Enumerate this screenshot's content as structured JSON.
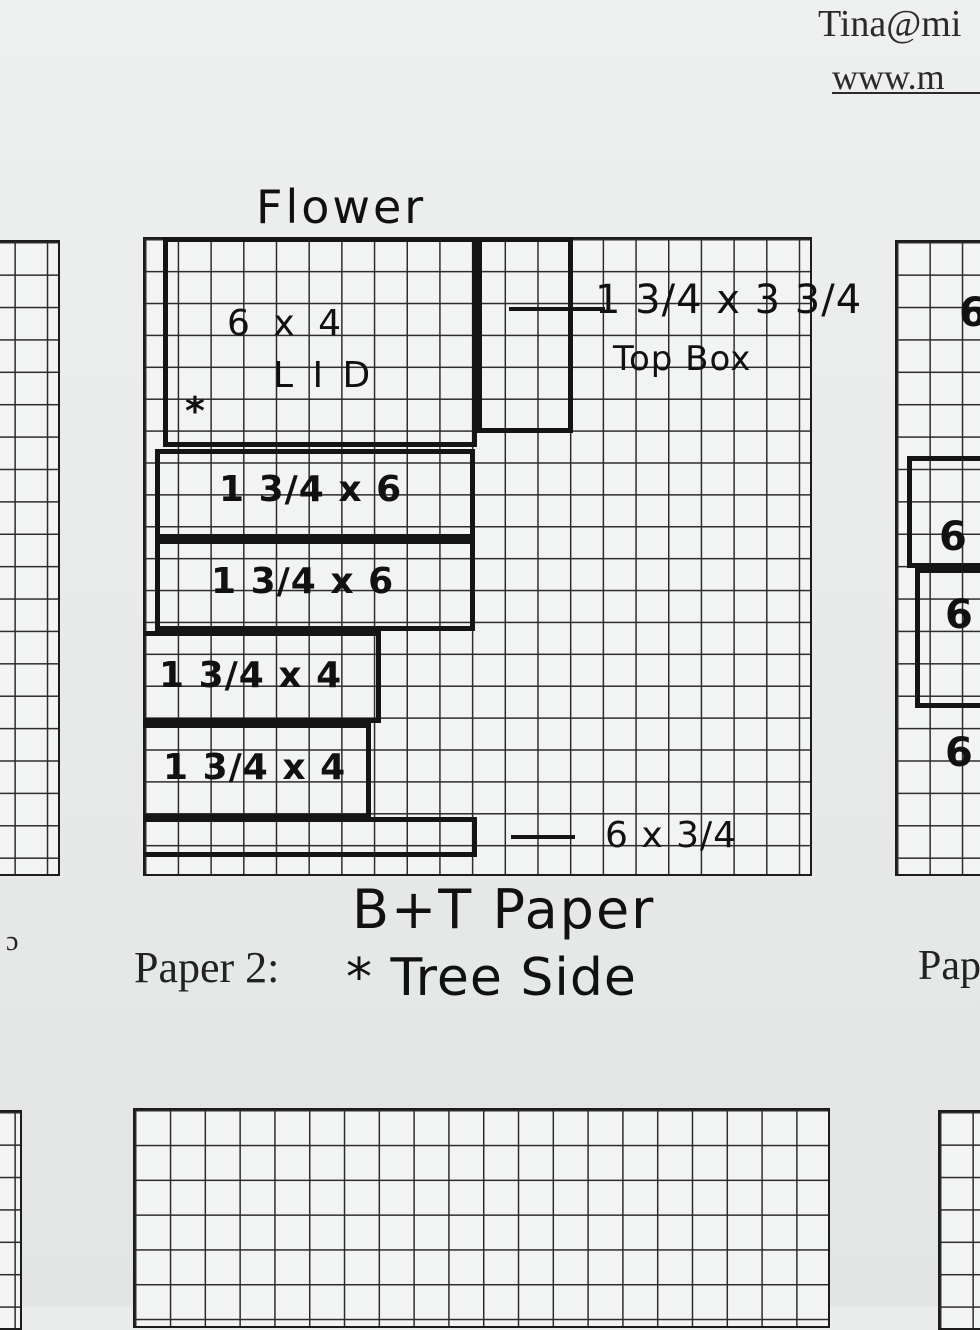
{
  "header": {
    "email": "Tina@mi",
    "website": "www.m"
  },
  "diagram": {
    "title": "Flower",
    "lid_size": "6 x 4",
    "lid_label": "L I D",
    "asterisk": "*",
    "top_box_size": "1 3/4 x 3 3/4",
    "top_box_label": "Top Box",
    "strip_1": "1 3/4 x 6",
    "strip_2": "1 3/4 x 6",
    "strip_3": "1 3/4 x 4",
    "strip_4": "1 3/4 x 4",
    "bottom_strip": "6 x 3/4"
  },
  "caption": {
    "paper_label": "Paper 2:",
    "handwritten_line1": "B+T Paper",
    "handwritten_line2": "* Tree Side"
  },
  "side": {
    "right_paper_label": "Pap",
    "right_grid_text_1": "6",
    "right_grid_text_2": "6",
    "right_grid_text_3": "6",
    "right_grid_text_4": "6",
    "left_mark": "ɔ"
  }
}
